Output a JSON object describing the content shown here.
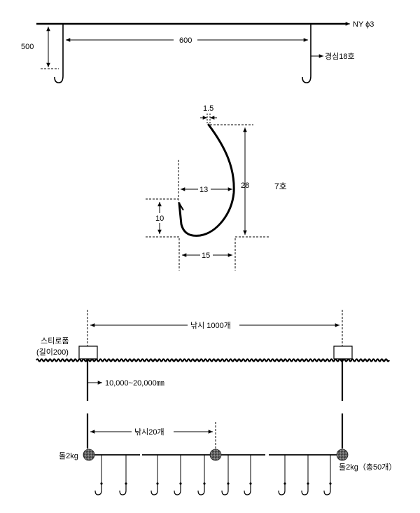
{
  "top_diagram": {
    "line_label": "NY ϕ3",
    "height_label": "500",
    "spacing_label": "600",
    "hook_label": "경심18호"
  },
  "hook_diagram": {
    "gap_label": "1.5",
    "length_label": "28",
    "width_label": "13",
    "barb_label": "10",
    "bottom_label": "15",
    "size_label": "7호"
  },
  "bottom_diagram": {
    "float_label_1": "스티로폼",
    "float_label_2": "(길이200)",
    "main_span_label": "낚시 1000개",
    "depth_label": "10,000~20,000㎜",
    "sub_span_label": "낚시20개",
    "stone_left_label": "돌2kg",
    "stone_right_label": "돌2kg（총50개）"
  }
}
